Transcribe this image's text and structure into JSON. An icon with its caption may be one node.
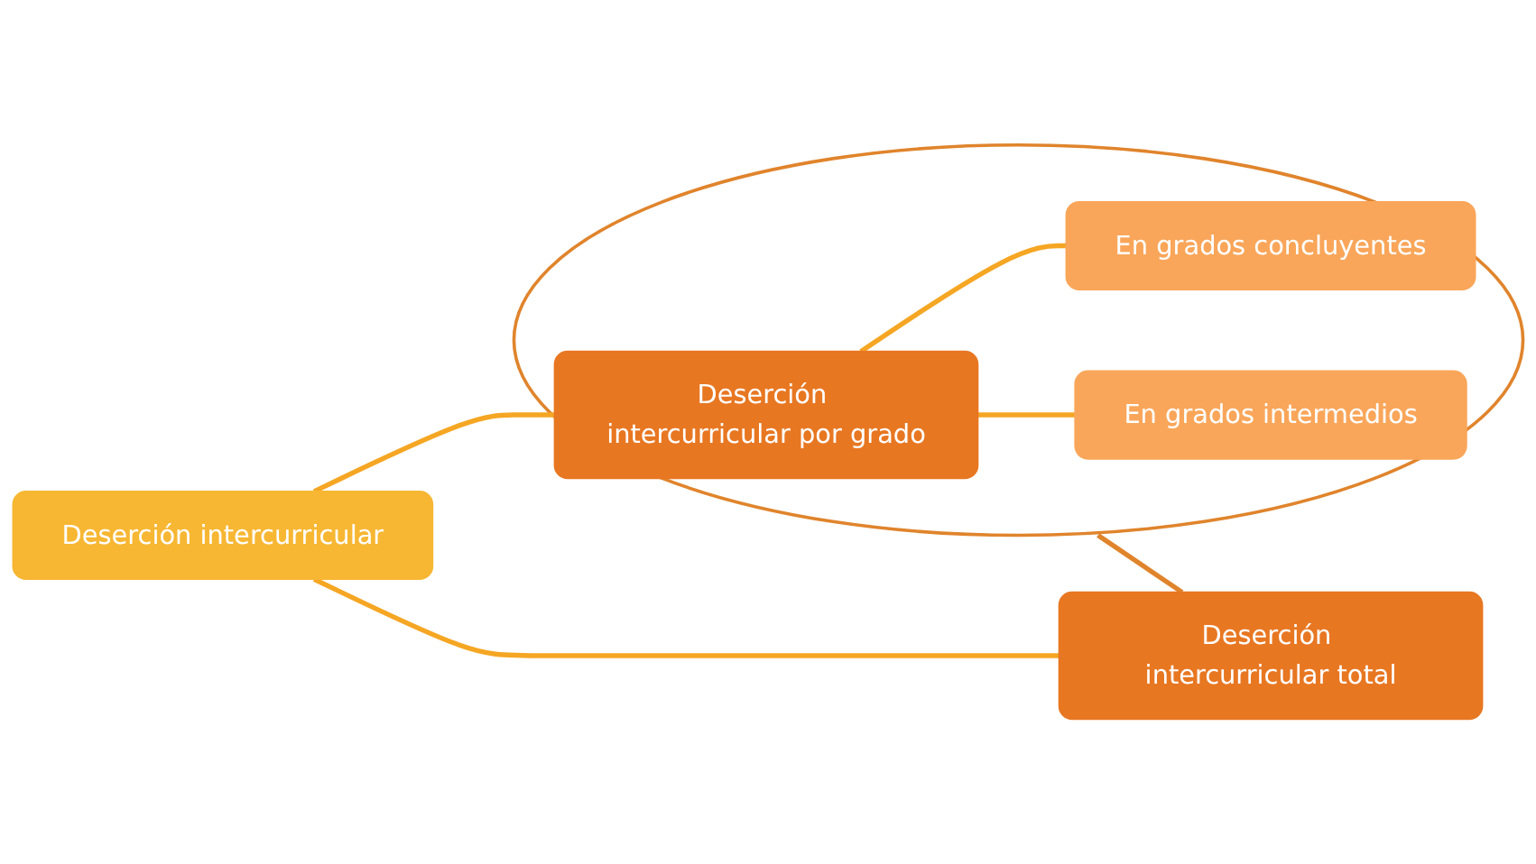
{
  "diagram": {
    "nodes": [
      {
        "text": [
          "Deserción intercurricular"
        ]
      },
      {
        "text": [],
        "shape": "ellipse"
      },
      {
        "text": [
          "Deserción intercurricular por grado"
        ],
        "in": 1
      },
      {
        "text": [
          "En grados concluyentes"
        ],
        "in": 1
      },
      {
        "text": [
          "En grados intermedios"
        ],
        "in": 1
      },
      {
        "text": [
          "Deserción intercurricular total"
        ]
      }
    ],
    "edges": [
      {
        "from": 0,
        "to": 2,
        "arrow": "none",
        "color": "#f5a623"
      },
      {
        "from": 0,
        "to": 5,
        "arrow": "none",
        "color": "#f5a623"
      },
      {
        "from": 2,
        "to": 3,
        "arrow": "none",
        "color": "#f5a623"
      },
      {
        "from": 2,
        "to": 4,
        "arrow": "none",
        "color": "#f5a623"
      },
      {
        "from": 1,
        "to": 5,
        "arrow": "none",
        "color": "#e0842c"
      }
    ]
  }
}
